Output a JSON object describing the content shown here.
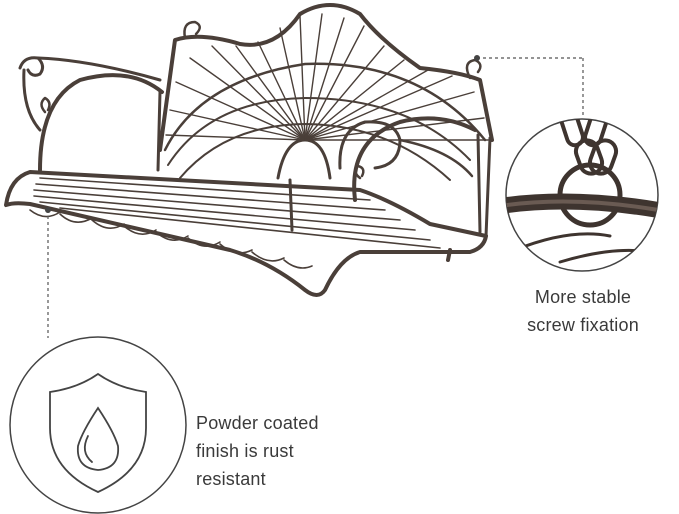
{
  "captions": {
    "screw": [
      "More stable",
      "screw fixation"
    ],
    "powder": [
      "Powder coated",
      "finish is rust",
      "resistant"
    ]
  },
  "icons": {
    "swing": "metal-porch-swing-illustration",
    "detail": "chain-ring-detail-icon",
    "shield": "shield-water-drop-icon"
  },
  "colors": {
    "metal": "#4a3f39",
    "text": "#3a3a3a",
    "leader": "#555555"
  }
}
